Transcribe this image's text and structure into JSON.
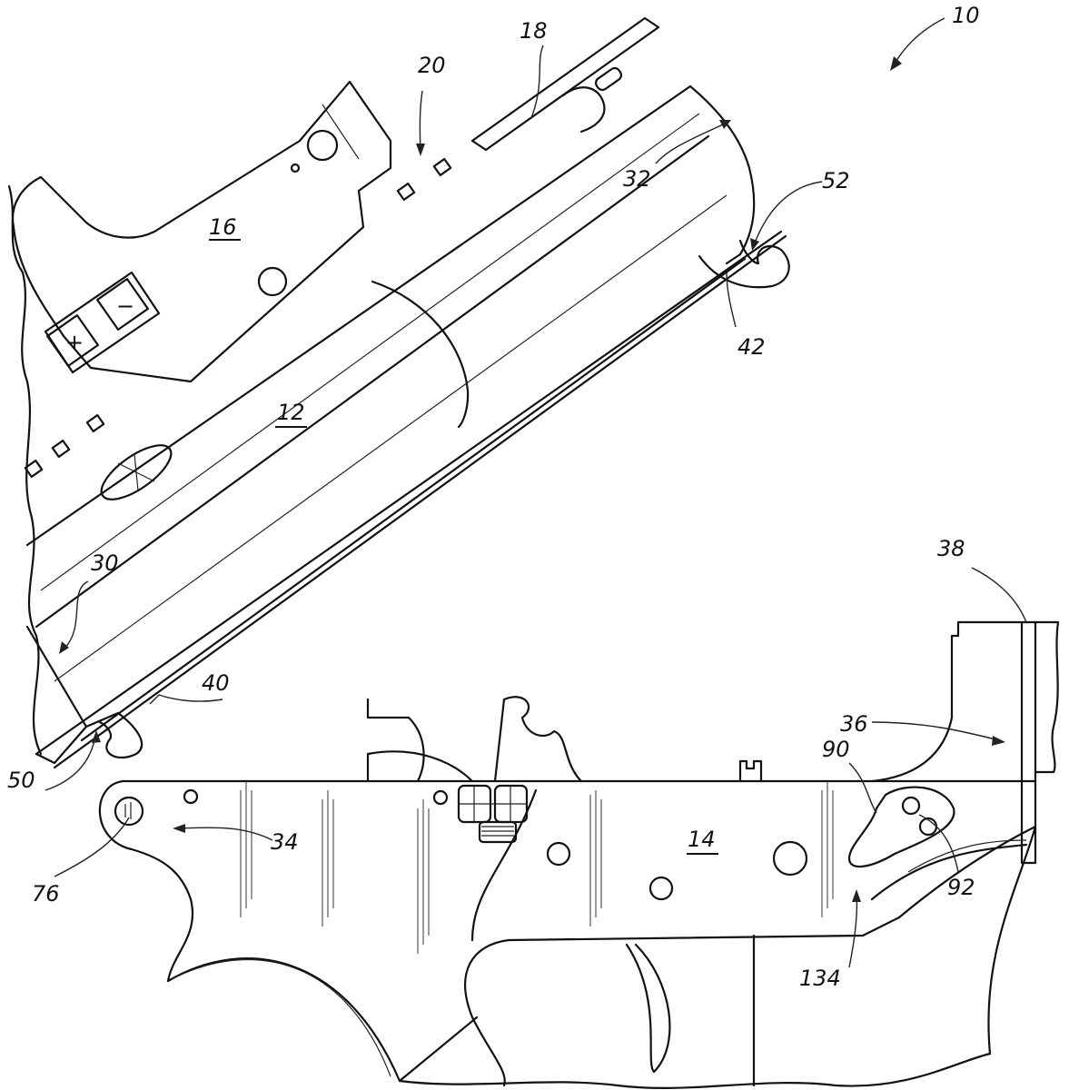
{
  "figure": {
    "type": "patent-drawing",
    "subject": "firearm upper receiver pivoting on lower receiver",
    "labels": {
      "assembly": "10",
      "upper_receiver": "12",
      "lower_receiver": "14",
      "optic": "16",
      "charging_member": "18",
      "rail": "20",
      "upper_front_end": "30",
      "upper_rear_end": "32",
      "lower_front_end": "34",
      "lower_rear_end": "36",
      "buffer_tube_end": "38",
      "front_lug": "40",
      "rear_lug": "42",
      "front_hook_opening": "50",
      "rear_hook_opening": "52",
      "pivot_pin": "76",
      "latch_lever": "90",
      "latch_pins": "92",
      "latch_assembly": "134"
    },
    "optic_buttons": {
      "plus": "+",
      "minus": "−"
    }
  }
}
